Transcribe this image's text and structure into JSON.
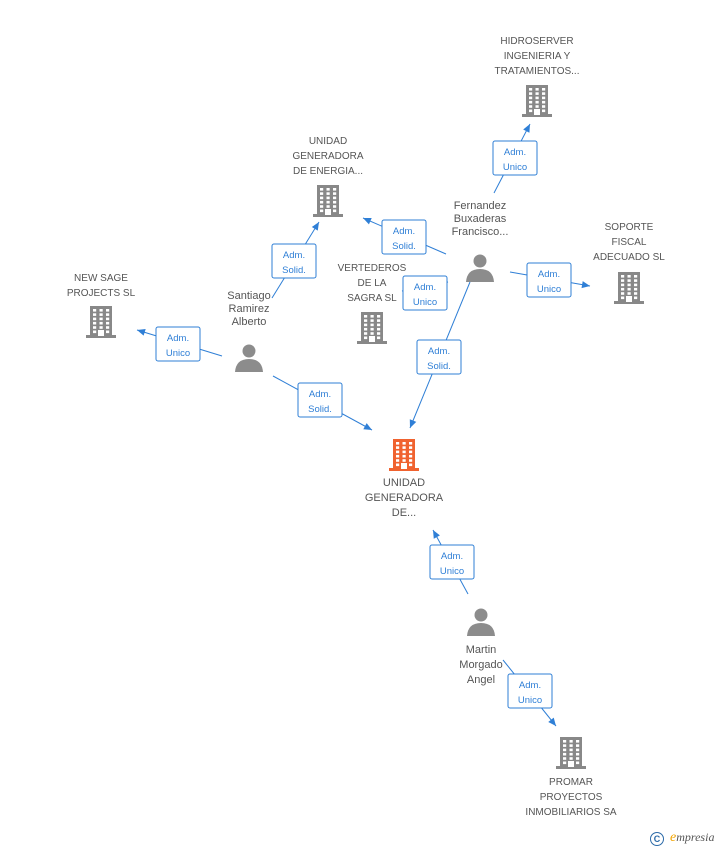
{
  "colors": {
    "edge": "#2f7fd6",
    "company": "#888888",
    "main_company": "#f0622f",
    "person": "#8c8c8c",
    "label": "#555555"
  },
  "chart_data": {
    "type": "network",
    "main_node": "n_main",
    "nodes": [
      {
        "id": "n_main",
        "kind": "company",
        "main": true,
        "label": [
          "UNIDAD",
          "GENERADORA",
          "DE..."
        ]
      },
      {
        "id": "n_hidro",
        "kind": "company",
        "label": [
          "HIDROSERVER",
          "INGENIERIA Y",
          "TRATAMIENTOS..."
        ]
      },
      {
        "id": "n_ugde",
        "kind": "company",
        "label": [
          "UNIDAD",
          "GENERADORA",
          "DE ENERGIA..."
        ]
      },
      {
        "id": "n_newsage",
        "kind": "company",
        "label": [
          "NEW SAGE",
          "PROJECTS SL"
        ]
      },
      {
        "id": "n_verte",
        "kind": "company",
        "label": [
          "VERTEDEROS",
          "DE LA",
          "SAGRA SL"
        ]
      },
      {
        "id": "n_soporte",
        "kind": "company",
        "label": [
          "SOPORTE",
          "FISCAL",
          "ADECUADO SL"
        ]
      },
      {
        "id": "n_promar",
        "kind": "company",
        "label": [
          "PROMAR",
          "PROYECTOS",
          "INMOBILIARIOS SA"
        ]
      },
      {
        "id": "p_santiago",
        "kind": "person",
        "label": [
          "Santiago",
          "Ramirez",
          "Alberto"
        ]
      },
      {
        "id": "p_fernandez",
        "kind": "person",
        "label": [
          "Fernandez",
          "Buxaderas",
          "Francisco..."
        ]
      },
      {
        "id": "p_martin",
        "kind": "person",
        "label": [
          "Martin",
          "Morgado",
          "Angel"
        ]
      }
    ],
    "edges": [
      {
        "from": "p_santiago",
        "to": "n_newsage",
        "role": [
          "Adm.",
          "Unico"
        ]
      },
      {
        "from": "p_santiago",
        "to": "n_ugde",
        "role": [
          "Adm.",
          "Solid."
        ]
      },
      {
        "from": "p_santiago",
        "to": "n_main",
        "role": [
          "Adm.",
          "Solid."
        ]
      },
      {
        "from": "p_fernandez",
        "to": "n_hidro",
        "role": [
          "Adm.",
          "Unico"
        ]
      },
      {
        "from": "p_fernandez",
        "to": "n_ugde",
        "role": [
          "Adm.",
          "Solid."
        ]
      },
      {
        "from": "p_fernandez",
        "to": "n_verte",
        "role": [
          "Adm.",
          "Unico"
        ]
      },
      {
        "from": "p_fernandez",
        "to": "n_soporte",
        "role": [
          "Adm.",
          "Unico"
        ]
      },
      {
        "from": "p_fernandez",
        "to": "n_main",
        "role": [
          "Adm.",
          "Solid."
        ]
      },
      {
        "from": "p_martin",
        "to": "n_main",
        "role": [
          "Adm.",
          "Unico"
        ]
      },
      {
        "from": "p_martin",
        "to": "n_promar",
        "role": [
          "Adm.",
          "Unico"
        ]
      }
    ]
  },
  "footer": {
    "copyright_symbol": "C",
    "brand_initial": "e",
    "brand_rest": "mpresia"
  }
}
